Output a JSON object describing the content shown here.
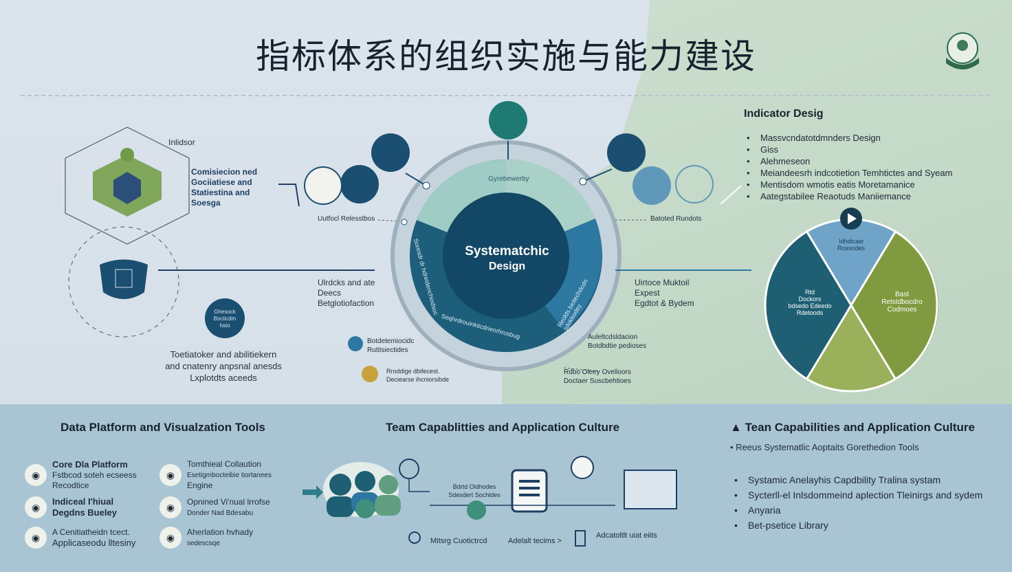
{
  "title": "指标体系的组织实施与能力建设",
  "logo_icon": "emblem-icon",
  "center": {
    "main": [
      "Systematchic",
      "Design"
    ],
    "ring_top": "Gyrebewerby",
    "ring_left": "Soresdr dr hdreidenchiodsoc",
    "ring_bottom": "Seqhrdrouinkticdrienrhrosbug",
    "ring_right": "Reolds biotechdcdn sdokkodey"
  },
  "left_top": {
    "caption": "Inlidsor",
    "text": [
      "Comisiecion ned",
      "Gociiatiese and",
      "Statiestina and",
      "Soesga"
    ]
  },
  "left_mid_badge": [
    "Ghesock",
    "Bscticdm",
    "hsto"
  ],
  "left_bottom_text": [
    "Toetiatoker and abilitiekern",
    "and cnatenry anpsnal anesds",
    "Lxplotdts aceeds"
  ],
  "connectors": {
    "c1": "Uutfocl Relesstbos",
    "c2": [
      "Ulrdcks and ate",
      "Deecs",
      "Betglotiofaction"
    ],
    "c3": "Batoted Rundots",
    "c4": [
      "Uirtoce Muktoil",
      "Expest",
      "Egdtot & Bydem"
    ],
    "c5": [
      "Botdetemiocidc",
      "Rutitsiectides"
    ],
    "c6": [
      "Rroddige dbifecest.",
      "Deciearse ihcniorsibde"
    ],
    "c7": [
      "Auleltcdsldacion",
      "Botdbdtie pedioses"
    ],
    "c8": [
      "Rdbo Oleey Ovelloors",
      "Doctaer Suscbehtioes"
    ]
  },
  "right_panel": {
    "heading": "Indicator Desig",
    "items": [
      "Massvcndatotdmnders Design",
      "Giss",
      "Alehmeseon",
      "Meiandeesrh indcotietion Temhtictes and Syeam",
      "Mentisdom wmotis eatis Moretamanice",
      "Aategstabilee Reaotuds Maniiemance"
    ]
  },
  "pie": {
    "slices": [
      {
        "label": [
          "Idhdicaw",
          "Rcesndes"
        ],
        "color": "#6fa3c7"
      },
      {
        "label": [
          "Bast",
          "Retstdbocdro",
          "Codmoes"
        ],
        "color": "#7f9a3f"
      },
      {
        "label": [],
        "color": "#9bb05a"
      },
      {
        "label": [
          "Rtd",
          "Dockors",
          "bdsedo Edeedo",
          "Rdetoods"
        ],
        "color": "#1e5f73"
      }
    ]
  },
  "bottom_left": {
    "heading": "Data Platform and Visualzation Tools",
    "items": [
      {
        "title": "Core Dla Platform",
        "sub": [
          "Fstbcod soteh ecseess",
          "Recodtice"
        ]
      },
      {
        "title": "Tomthieal Collaution",
        "sub": [
          "Esetigmbocteibie tiortanees",
          "Engine"
        ]
      },
      {
        "title": "Indiceal I'hiual",
        "sub": [
          "Degdns Bueley"
        ]
      },
      {
        "title": "Opnined Vi'nual lrrofse",
        "sub": [
          "Donder Nad Bdesabu"
        ]
      },
      {
        "title": "A Cenitiatheidn tcect.",
        "sub": [
          "Applicaseodu lltesiny"
        ]
      },
      {
        "title": "Aherlation hvhady",
        "sub": [
          "sedescsqe"
        ]
      }
    ]
  },
  "bottom_mid": {
    "heading": "Team Capablitties and Application Culture",
    "box_label": [
      "Bdrtd Oldhodes",
      "Sdesdert Sochldes"
    ],
    "bottom_labels": [
      "Mitsrg Cuotictrcd",
      "Adelalt tecims >",
      "Adcatoltlt uiat eiits"
    ]
  },
  "bottom_right": {
    "heading": "Tean Capabilities and Application Culture",
    "sub": "Reeus Systematlic Aoptaits Gorethedion Tools",
    "items": [
      "Systamic Anelayhis Capdbility Tralina systam",
      "Sycterll-el Inlsdommeind aplection Tleinirgs and sydem",
      "Anyaria",
      "Bet-psetice Library"
    ]
  },
  "colors": {
    "navy": "#1b4f72",
    "teal": "#2e7d8c",
    "olive": "#8aa040",
    "bg_bottom": "#a9c4d3"
  }
}
